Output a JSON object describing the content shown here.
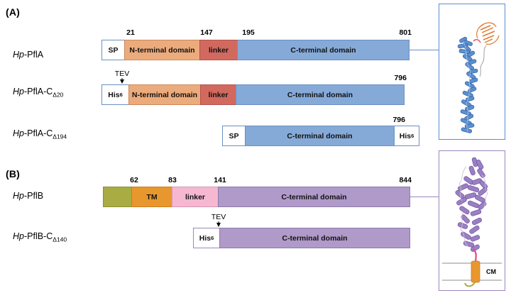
{
  "figure": {
    "panels": [
      {
        "id": "A",
        "label": "(A)"
      },
      {
        "id": "B",
        "label": "(B)"
      }
    ]
  },
  "panelA": {
    "label": "(A)",
    "constructs": [
      {
        "name_prefix": "Hp",
        "name_rest": "-PflA",
        "name_sub": "",
        "segments": [
          {
            "key": "sp",
            "label": "SP"
          },
          {
            "key": "ntd",
            "label": "N-terminal domain"
          },
          {
            "key": "linker",
            "label": "linker"
          },
          {
            "key": "ctd",
            "label": "C-terminal domain"
          }
        ],
        "residue_numbers": [
          "21",
          "147",
          "195",
          "801"
        ],
        "tev": ""
      },
      {
        "name_prefix": "Hp",
        "name_rest": "-PflA-C",
        "name_sub": "Δ20",
        "segments": [
          {
            "key": "his",
            "label": "His"
          },
          {
            "key": "ntd",
            "label": "N-terminal domain"
          },
          {
            "key": "linker",
            "label": "linker"
          },
          {
            "key": "ctd",
            "label": "C-terminal domain"
          }
        ],
        "residue_numbers": [
          "796"
        ],
        "tev": "TEV",
        "his_sub": "6"
      },
      {
        "name_prefix": "Hp",
        "name_rest": "-PflA-C",
        "name_sub": "Δ194",
        "segments": [
          {
            "key": "sp",
            "label": "SP"
          },
          {
            "key": "ctd",
            "label": "C-terminal domain"
          },
          {
            "key": "his",
            "label": "His"
          }
        ],
        "residue_numbers": [
          "796"
        ],
        "tev": "",
        "his_sub": "6"
      }
    ],
    "structure_caption": ""
  },
  "panelB": {
    "label": "(B)",
    "constructs": [
      {
        "name_prefix": "Hp",
        "name_rest": "-PflB",
        "name_sub": "",
        "segments": [
          {
            "key": "olive",
            "label": ""
          },
          {
            "key": "tm",
            "label": "TM"
          },
          {
            "key": "linker",
            "label": "linker"
          },
          {
            "key": "ctd",
            "label": "C-terminal domain"
          }
        ],
        "residue_numbers": [
          "62",
          "83",
          "141",
          "844"
        ],
        "tev": ""
      },
      {
        "name_prefix": "Hp",
        "name_rest": "-PflB-C",
        "name_sub": "Δ140",
        "segments": [
          {
            "key": "his",
            "label": "His"
          },
          {
            "key": "ctd",
            "label": "C-terminal domain"
          }
        ],
        "residue_numbers": [],
        "tev": "TEV",
        "his_sub": "6"
      }
    ],
    "membrane_label": "CM"
  },
  "labels": {
    "sp": "SP",
    "his": "His",
    "his_sub": "6",
    "ntd": "N-terminal domain",
    "ctd": "C-terminal domain",
    "linker": "linker",
    "tm": "TM",
    "tev": "TEV",
    "cm": "CM",
    "hp_italic": "Hp",
    "pflA": "-PflA",
    "pflA_c20": "-PflA-C",
    "pflA_c194": "-PflA-C",
    "pflB": "-PflB",
    "pflB_c140": "-PflB-C",
    "sub_20": "Δ20",
    "sub_194": "Δ194",
    "sub_140": "Δ140"
  },
  "numbers": {
    "a1_21": "21",
    "a1_147": "147",
    "a1_195": "195",
    "a1_801": "801",
    "a2_796": "796",
    "a3_796": "796",
    "b1_62": "62",
    "b1_83": "83",
    "b1_141": "141",
    "b1_844": "844"
  },
  "colors": {
    "ntd": "#ecab7c",
    "linkerA": "#d2695f",
    "ctdA": "#86aad8",
    "olive": "#a9ac43",
    "tm": "#e8972e",
    "linkerB": "#f6b8d0",
    "ctdB": "#b09ac9",
    "borderA": "#5b8fd0",
    "borderB": "#9a86c0",
    "structureA_main": "#3a6fb5",
    "structureA_accent": "#e07a2f",
    "structureB_main": "#9b7fc4",
    "structureB_accent": "#e8428a"
  }
}
